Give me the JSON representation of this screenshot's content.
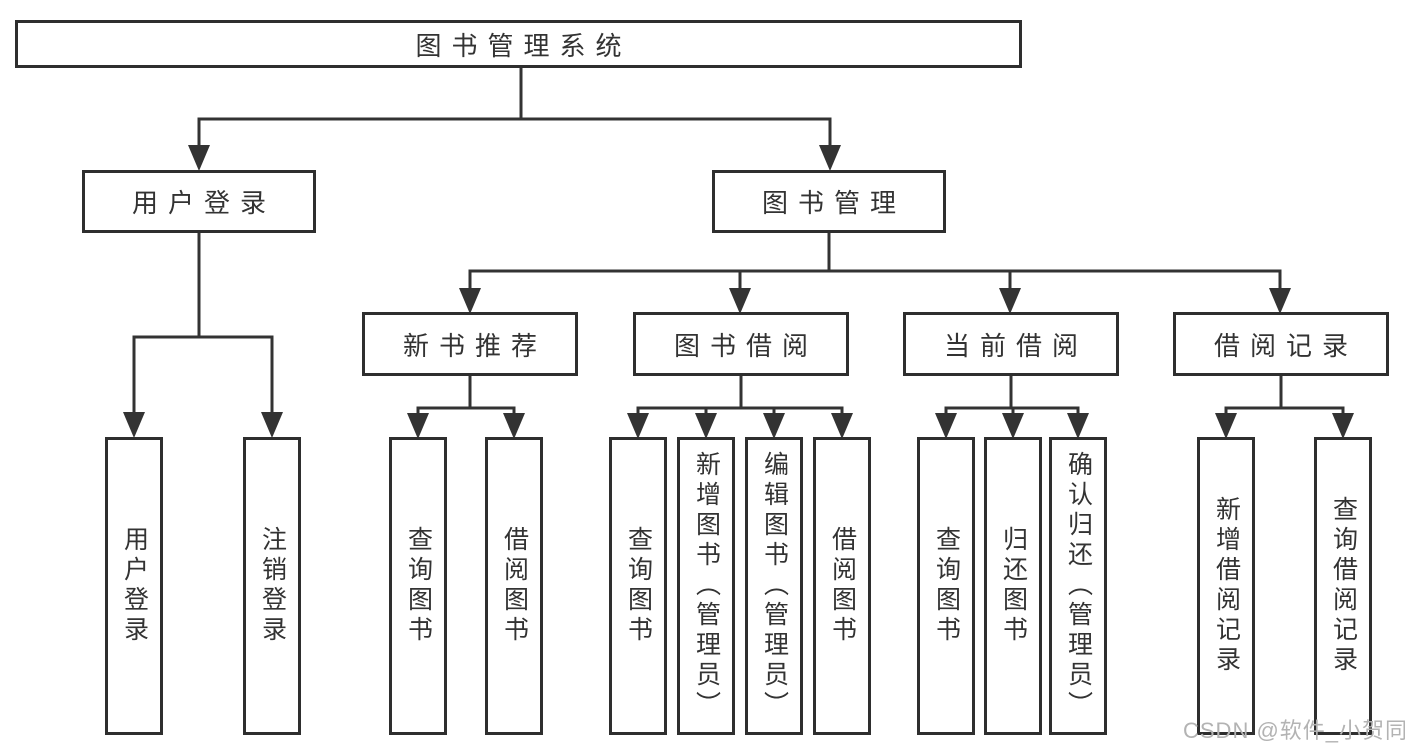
{
  "diagram": {
    "root_label": "图书管理系统",
    "login": {
      "label": "用户登录",
      "leaves": [
        "用户登录",
        "注销登录"
      ]
    },
    "management": {
      "label": "图书管理",
      "sections": [
        {
          "label": "新书推荐",
          "leaves": [
            "查询图书",
            "借阅图书"
          ]
        },
        {
          "label": "图书借阅",
          "leaves": [
            "查询图书",
            "新增图书（管理员）",
            "编辑图书（管理员）",
            "借阅图书"
          ]
        },
        {
          "label": "当前借阅",
          "leaves": [
            "查询图书",
            "归还图书",
            "确认归还（管理员）"
          ]
        },
        {
          "label": "借阅记录",
          "leaves": [
            "新增借阅记录",
            "查询借阅记录"
          ]
        }
      ]
    }
  },
  "watermark": {
    "text": "CSDN @软件_小贺同学"
  },
  "colors": {
    "line": "#333333",
    "box_border": "#2e2e2e",
    "text": "#333333",
    "watermark_text": "#b3b3b3",
    "background": "#ffffff"
  }
}
